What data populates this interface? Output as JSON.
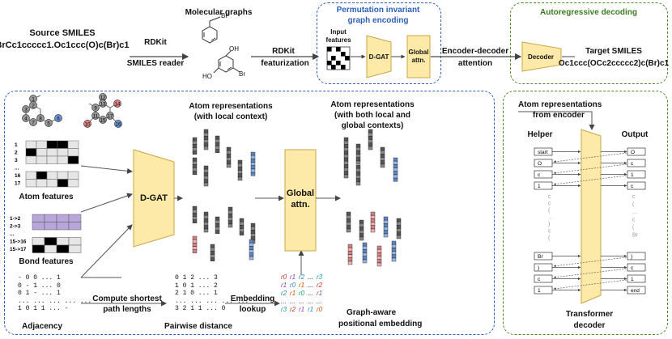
{
  "top": {
    "source_smiles_title": "Source SMILES",
    "source_smiles_value": "BrCc1ccccc1.Oc1ccc(O)c(Br)c1",
    "rdkit1_line1": "RDKit",
    "rdkit1_line2": "SMILES reader",
    "molecular_graphs": "Molecular graphs",
    "rdkit2_line1": "RDKit",
    "rdkit2_line2": "featurization",
    "mol_labels": [
      "Br",
      "OH",
      "HO",
      "Br"
    ],
    "perm_title_line1": "Permutation invariant",
    "perm_title_line2": "graph encoding",
    "input_features_line1": "Input",
    "input_features_line2": "features",
    "dgat_small": "D-GAT",
    "global_small_line1": "Global",
    "global_small_line2": "attn.",
    "enc_dec_line1": "Encoder-decoder",
    "enc_dec_line2": "attention",
    "auto_title": "Autoregressive decoding",
    "decoder_label": "Decoder",
    "target_title": "Target SMILES",
    "target_value": "Oc1ccc(OCc2ccccc2)c(Br)c1"
  },
  "main": {
    "graph1_nodes": [
      "1",
      "2",
      "3",
      "4",
      "5",
      "6",
      "7",
      "8"
    ],
    "graph2_nodes": [
      "9",
      "10",
      "11",
      "12",
      "13",
      "14",
      "15",
      "16",
      "17"
    ],
    "atom_rows": [
      "1",
      "2",
      "3",
      "...",
      "16",
      "17"
    ],
    "atom_features": "Atom features",
    "bond_rows": [
      "1->2",
      "2->3",
      "...",
      "15->16",
      "15->17"
    ],
    "bond_features": "Bond features",
    "adj_matrix": "- 0 0 ... 1\n0 - 1 ... 0\n0 1 - ... 1\n... ... ... ... ...\n1 0 1 1 ... -",
    "adjacency": "Adjacency",
    "compute_line1": "Compute shortest",
    "compute_line2": "path lengths",
    "dist_matrix": "0 1 2 ... 3\n1 0 1 ... 2\n2 1 0 ... 1\n... ... ... ... ...\n3 2 1 1 ... 0",
    "pairwise": "Pairwise distance",
    "embedding_line1": "Embedding",
    "embedding_line2": "lookup",
    "pos_matrix": [
      [
        "r0",
        "r1",
        "r2",
        "...",
        "r3"
      ],
      [
        "r1",
        "r0",
        "r1",
        "...",
        "r2"
      ],
      [
        "r2",
        "r1",
        "r0",
        "...",
        "r1"
      ],
      [
        "...",
        "...",
        "...",
        "...",
        "..."
      ],
      [
        "r3",
        "r2",
        "r1",
        "r1",
        "r0"
      ]
    ],
    "graph_aware_line1": "Graph-aware",
    "graph_aware_line2": "positional embedding",
    "dgat_big": "D-GAT",
    "global_big_line1": "Global",
    "global_big_line2": "attn.",
    "atom_rep_local_line1": "Atom representations",
    "atom_rep_local_line2": "(with local context)",
    "atom_rep_both_line1": "Atom representations",
    "atom_rep_both_line2": "(with both local and",
    "atom_rep_both_line3": "global contexts)"
  },
  "right": {
    "from_line1": "Atom representations",
    "from_line2": "from encoder",
    "helper": "Helper",
    "output": "Output",
    "helper_tokens_top": [
      "start",
      "O",
      "c",
      "1"
    ],
    "output_tokens_top": [
      "O",
      "c",
      "1",
      "c"
    ],
    "helper_faded": [
      "c",
      "c",
      "(",
      "...",
      ")",
      "c",
      "("
    ],
    "output_faded": [
      "c",
      "(",
      "...",
      "c",
      "(",
      "Br"
    ],
    "helper_tokens_bottom": [
      "Br",
      ")",
      "c",
      "1"
    ],
    "output_tokens_bottom": [
      ")",
      "c",
      "1",
      "end"
    ],
    "transformer_line1": "Transformer",
    "transformer_line2": "decoder"
  },
  "colors": {
    "blue_border": "#2e5fb8",
    "green_border": "#4a8a2a",
    "module_fill": "#fde9a8",
    "module_stroke": "#c9a646",
    "bond_fill": "#b8a6db",
    "feat_red": "#d98080",
    "feat_blue": "#5a85c8",
    "feat_gray": "#777777"
  }
}
